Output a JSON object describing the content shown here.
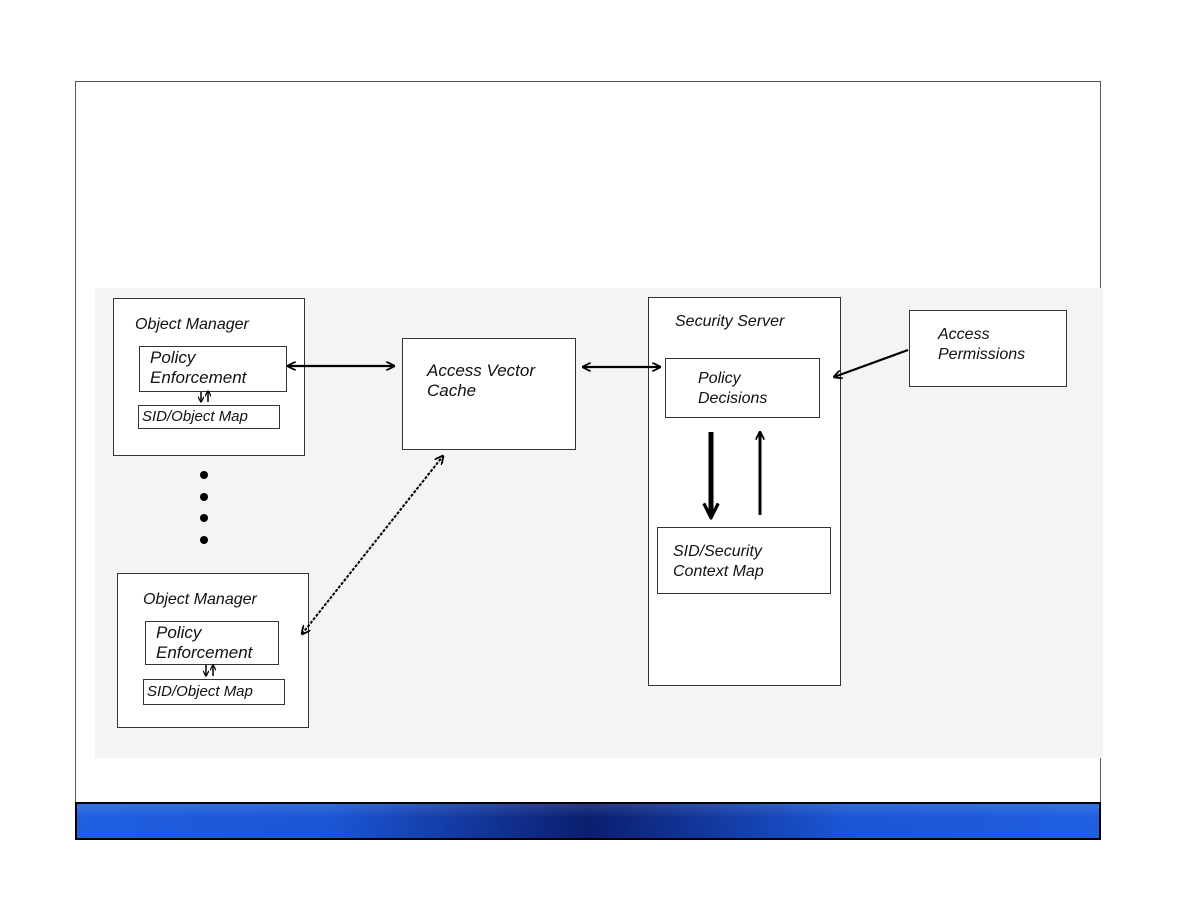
{
  "diagram": {
    "object_manager_top": {
      "title": "Object Manager",
      "policy_enforcement": "Policy\nEnforcement",
      "sid_object_map": "SID/Object Map"
    },
    "object_manager_bottom": {
      "title": "Object Manager",
      "policy_enforcement": "Policy\nEnforcement",
      "sid_object_map": "SID/Object Map"
    },
    "access_vector_cache": "Access Vector\nCache",
    "security_server": {
      "title": "Security Server",
      "policy_decisions": "Policy\nDecisions",
      "sid_security_context_map": "SID/Security\nContext Map"
    },
    "access_permissions": "Access\nPermissions"
  },
  "colors": {
    "footer_bar_blue": "#1f5fe0",
    "footer_bar_dark": "#0b1e6e"
  }
}
